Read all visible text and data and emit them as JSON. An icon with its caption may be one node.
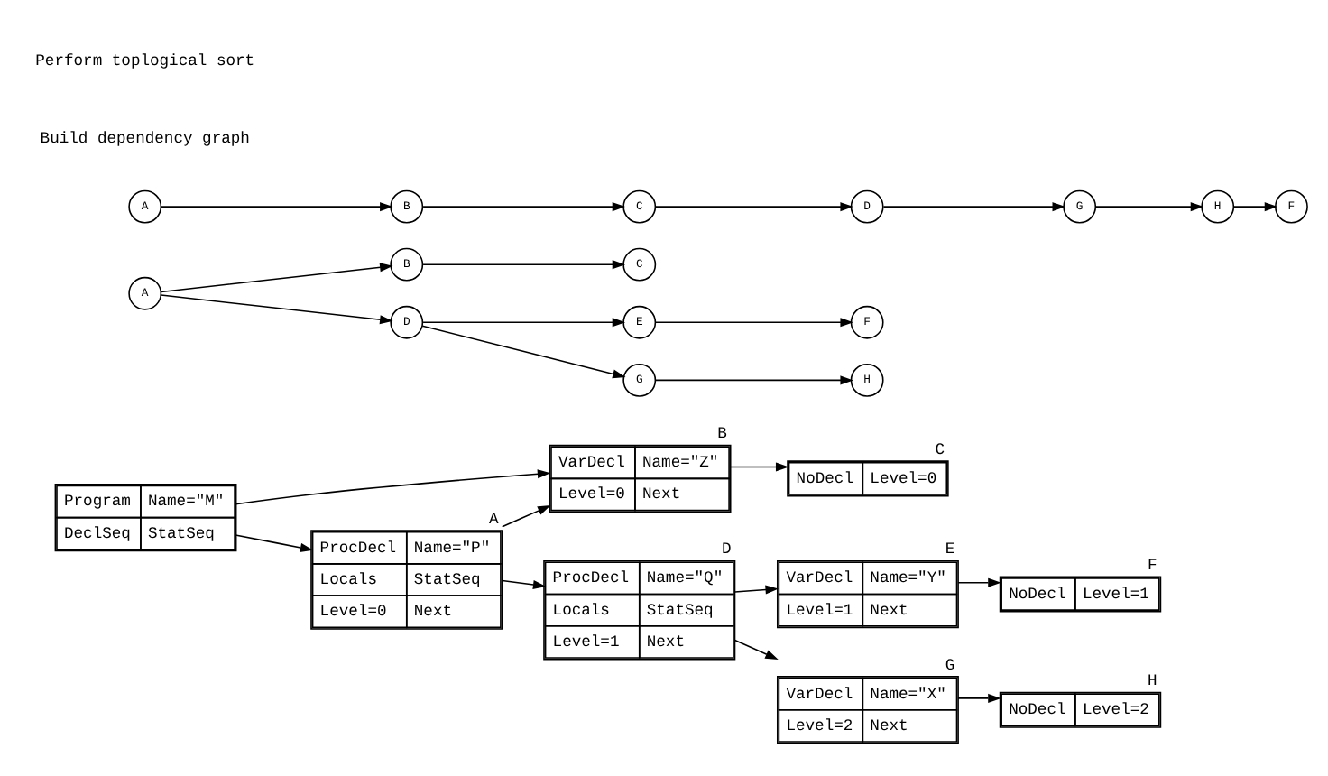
{
  "diagram": {
    "nodes": [
      {
        "text": [
          "Program",
          "Name=\"M\"",
          "DeclSeq",
          "StatSeq"
        ]
      },
      {
        "text": [
          "ProcDecl",
          "Name=\"P\"",
          "Locals",
          "StatSeq",
          "Level=0",
          "Next"
        ],
        "beside": [
          "A"
        ]
      },
      {
        "text": [
          "VarDecl",
          "Name=\"Z\"",
          "Level=0",
          "Next"
        ],
        "beside": [
          "B"
        ]
      },
      {
        "text": [
          "NoDecl",
          "Level=0"
        ],
        "beside": [
          "C"
        ]
      },
      {
        "text": [
          "NoDecl",
          "Level=1"
        ],
        "beside": [
          "F"
        ]
      },
      {
        "text": [
          "ProcDecl",
          "Name=\"Q\"",
          "Locals",
          "StatSeq",
          "Level=1",
          "Next"
        ],
        "beside": [
          "D"
        ]
      },
      {
        "text": [
          "VarDecl",
          "Name=\"Y\"",
          "Level=1",
          "Next"
        ],
        "beside": [
          "E"
        ]
      },
      {
        "text": [
          "VarDecl",
          "Name=\"X\"",
          "Level=2",
          "Next"
        ],
        "beside": [
          "G"
        ]
      },
      {
        "text": [
          "NoDecl",
          "Level=2"
        ],
        "beside": [
          "H"
        ]
      },
      {
        "text": [
          "A"
        ]
      },
      {
        "text": [
          "B"
        ]
      },
      {
        "text": [
          "C"
        ]
      },
      {
        "text": [
          "D"
        ]
      },
      {
        "text": [
          "E"
        ]
      },
      {
        "text": [
          "F"
        ]
      },
      {
        "text": [
          "G"
        ]
      },
      {
        "text": [
          "H"
        ]
      },
      {
        "text": [
          "A"
        ]
      },
      {
        "text": [
          "B"
        ]
      },
      {
        "text": [
          "C"
        ]
      },
      {
        "text": [
          "D"
        ]
      },
      {
        "text": [
          "G"
        ]
      },
      {
        "text": [
          "H"
        ]
      },
      {
        "text": [
          "F"
        ]
      }
    ],
    "edges": [
      {
        "from": 0,
        "to": 1,
        "arrow": "to"
      },
      {
        "from": 0,
        "to": 2,
        "arrow": "to"
      },
      {
        "from": 1,
        "to": 2,
        "arrow": "to"
      },
      {
        "from": 2,
        "to": 3,
        "arrow": "to"
      },
      {
        "from": 1,
        "to": 5,
        "arrow": "to"
      },
      {
        "from": 5,
        "to": 6,
        "arrow": "to"
      },
      {
        "from": 6,
        "to": 4,
        "arrow": "to"
      },
      {
        "from": 5,
        "to": 7,
        "arrow": "to"
      },
      {
        "from": 7,
        "to": 8,
        "arrow": "to"
      },
      {
        "from": 9,
        "to": 10,
        "arrow": "to"
      },
      {
        "from": 10,
        "to": 11,
        "arrow": "to"
      },
      {
        "from": 9,
        "to": 12,
        "arrow": "to"
      },
      {
        "from": 12,
        "to": 13,
        "arrow": "to"
      },
      {
        "from": 13,
        "to": 14,
        "arrow": "to"
      },
      {
        "from": 12,
        "to": 15,
        "arrow": "to"
      },
      {
        "from": 15,
        "to": 16,
        "arrow": "to"
      },
      {
        "from": 17,
        "to": 18,
        "arrow": "to"
      },
      {
        "from": 18,
        "to": 19,
        "arrow": "to"
      },
      {
        "from": 19,
        "to": 20,
        "arrow": "to"
      },
      {
        "from": 20,
        "to": 21,
        "arrow": "to"
      },
      {
        "from": 21,
        "to": 22,
        "arrow": "to"
      },
      {
        "from": 22,
        "to": 23,
        "arrow": "to"
      }
    ],
    "labels": [
      "Build dependency graph",
      "Perform toplogical sort"
    ]
  }
}
